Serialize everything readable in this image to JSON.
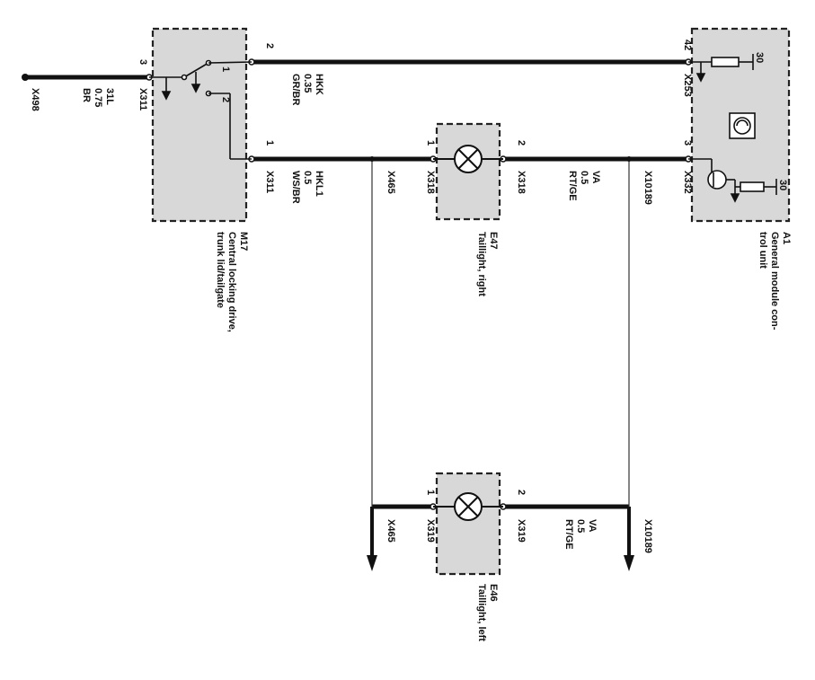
{
  "wires": {
    "x498": {
      "connector": "X498",
      "circuit": "31L",
      "gauge": "0.75",
      "color": "BR"
    },
    "hkk": {
      "circuit": "HKK",
      "gauge": "0.35",
      "color": "GR/BR"
    },
    "hkl1": {
      "circuit": "HKL1",
      "gauge": "0.5",
      "color": "WS/BR"
    },
    "va_right": {
      "circuit": "VA",
      "gauge": "0.5",
      "color": "RT/GE"
    },
    "va_left": {
      "circuit": "VA",
      "gauge": "0.5",
      "color": "RT/GE"
    }
  },
  "connectors": {
    "x311_pin3": "X311",
    "x311_pin1": "X311",
    "x465_top": "X465",
    "x465_bottom": "X465",
    "x318_pin1": "X318",
    "x318_pin2": "X318",
    "x319_pin1": "X319",
    "x319_pin2": "X319",
    "x10189_top": "X10189",
    "x10189_bottom": "X10189",
    "x253": "X253",
    "x332": "X332"
  },
  "pins": {
    "m17_3": "3",
    "m17_2": "2",
    "m17_1": "1",
    "sw_1": "1",
    "sw_2": "2",
    "e47_1": "1",
    "e47_2": "2",
    "e46_1": "1",
    "e46_2": "2",
    "a1_42": "42",
    "a1_3": "3",
    "a1_30_top": "30",
    "a1_30_bottom": "30"
  },
  "components": {
    "m17": {
      "id": "M17",
      "line1": "Central locking drive,",
      "line2": "trunk lid/tailgate"
    },
    "e47": {
      "id": "E47",
      "line1": "Taillight, right"
    },
    "e46": {
      "id": "E46",
      "line1": "Taillight, left"
    },
    "a1": {
      "id": "A1",
      "line1": "General module con-",
      "line2": "trol unit"
    }
  },
  "icons": {
    "lamp": "lamp-icon",
    "fuse": "fuse-icon",
    "ground": "ground-arrow-icon",
    "transistor": "transistor-icon",
    "control_unit": "control-unit-icon",
    "switch": "switch-icon"
  }
}
